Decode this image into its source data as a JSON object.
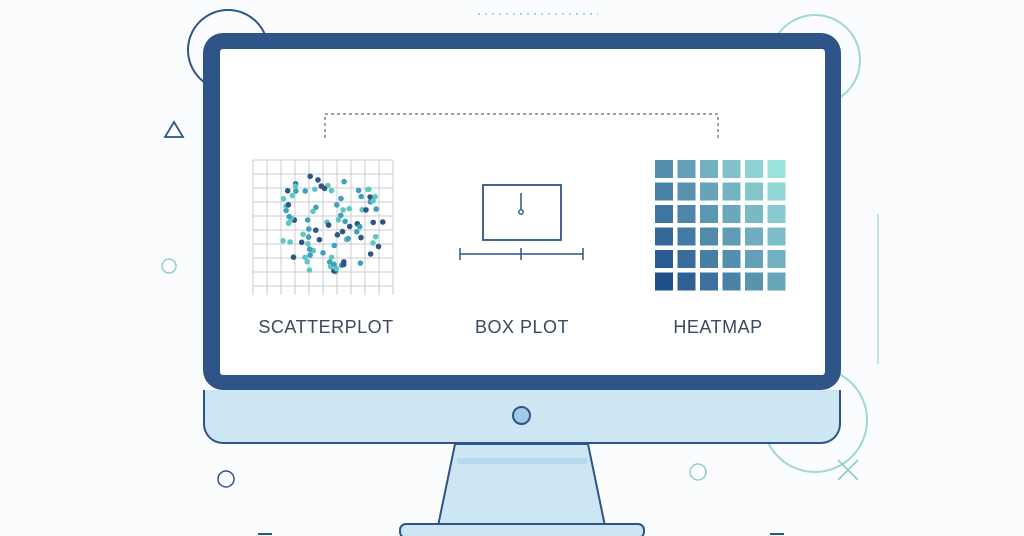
{
  "panels": {
    "scatter": {
      "label": "SCATTERPLOT"
    },
    "box": {
      "label": "BOX PLOT"
    },
    "heatmap": {
      "label": "HEATMAP"
    }
  },
  "colors": {
    "frame": "#2f5488",
    "chin": "#cde6f4",
    "dot_dark": "#2f5488",
    "dot_mid": "#3f9fbd",
    "dot_teal": "#5ec7c0",
    "grid": "#c8ccd2",
    "heat_dark": "#1f4f8a",
    "heat_light": "#9de3dd"
  },
  "icons": {
    "triangle": "triangle-outline-icon",
    "cross": "x-mark-icon"
  }
}
